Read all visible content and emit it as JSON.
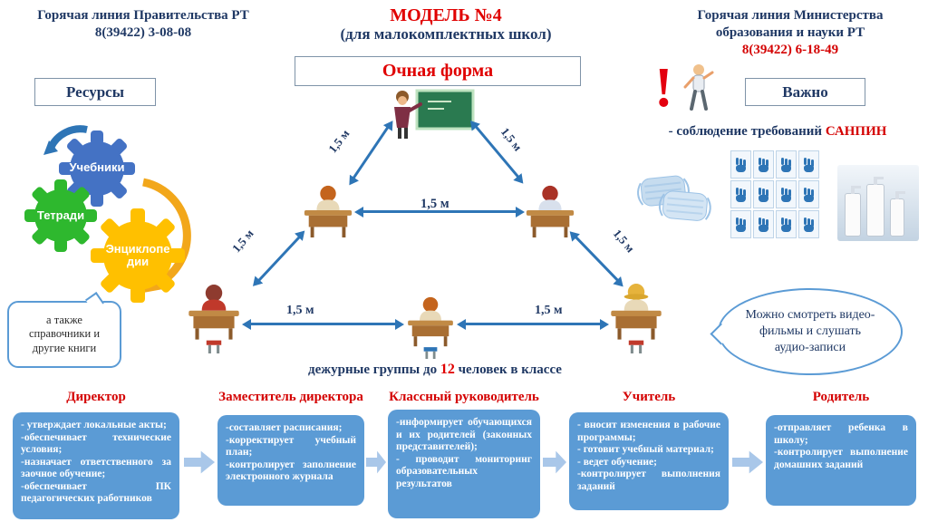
{
  "colors": {
    "navy": "#1F3864",
    "red": "#D40000",
    "title_red": "#E00000",
    "role_box_blue": "#5B9BD5",
    "arrow_blue": "#2E75B6",
    "chevron_blue": "#A9C7E9",
    "gear_blue": "#4472C4",
    "gear_green": "#2EB82E",
    "gear_yellow": "#FFC000"
  },
  "header": {
    "hotline_left_line1": "Горячая линия Правительства  РТ",
    "hotline_left_line2": "8(39422) 3-08-08",
    "title": "МОДЕЛЬ №4",
    "subtitle": "(для малокомплектных школ)",
    "hotline_right_line1": "Горячая линия Министерства",
    "hotline_right_line2": "образования и науки РТ",
    "hotline_right_line3": "8(39422) 6-18-49"
  },
  "form_box": {
    "label": "Очная форма"
  },
  "resources": {
    "title": "Ресурсы",
    "gears": [
      {
        "label": "Учебники",
        "color": "#4472C4"
      },
      {
        "label": "Тетради",
        "color": "#2EB82E"
      },
      {
        "label": "Энциклопедии",
        "color": "#FFC000"
      }
    ],
    "note_bubble": "а также справочники и другие книги"
  },
  "important": {
    "title": "Важно",
    "requirement_prefix": "- соблюдение  требований ",
    "requirement_highlight": "САНПИН",
    "media_bubble": "Можно  смотреть видео- фильмы и слушать  аудио-записи"
  },
  "classroom": {
    "distance": "1,5 м",
    "caption_before": "дежурные  группы  до ",
    "caption_count": "12",
    "caption_after": " человек в классе"
  },
  "roles": [
    {
      "title": "Директор",
      "text": "- утверждает локальные акты;\n-обеспечивает технические условия;\n-назначает ответственного за заочное обучение;\n-обеспечивает ПК педагогических работников"
    },
    {
      "title": "Заместитель директора",
      "text": "-составляет расписания;\n-корректирует учебный план;\n-контролирует заполнение электронного журнала"
    },
    {
      "title": "Классный руководитель",
      "text": "-информирует обучающихся и их родителей (законных представителей);\n- проводит мониторинг образовательных результатов"
    },
    {
      "title": "Учитель",
      "text": "- вносит изменения в рабочие программы;\n- готовит учебный материал;\n- ведет обучение;\n-контролирует выполнения заданий"
    },
    {
      "title": "Родитель",
      "text": "-отправляет  ребенка  в школу;\n-контролирует выполнение домашних заданий"
    }
  ]
}
